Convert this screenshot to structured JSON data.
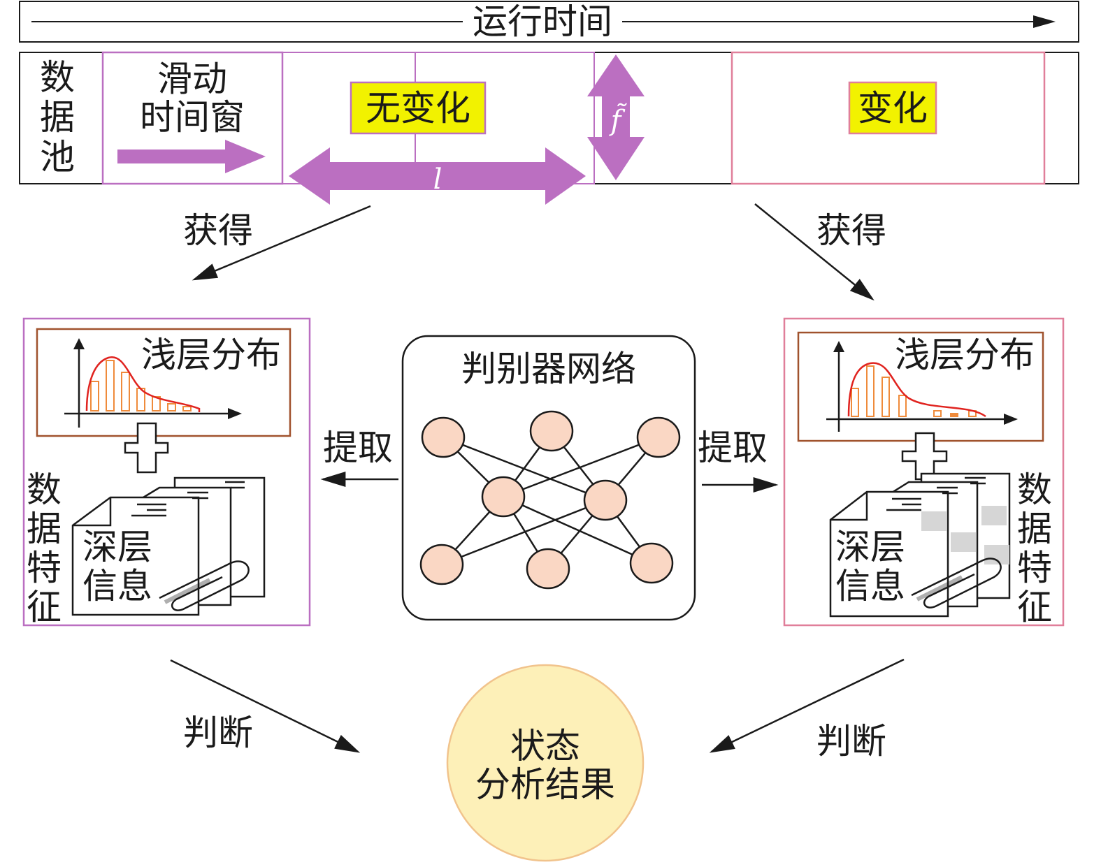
{
  "timeline": {
    "label": "运行时间"
  },
  "pool": {
    "label": [
      "数",
      "据",
      "池"
    ],
    "window_label": [
      "滑动",
      "时间窗"
    ],
    "no_change": "无变化",
    "change": "变化",
    "length_symbol": "l",
    "step_symbol": "f̃"
  },
  "obtain_left": "获得",
  "obtain_right": "获得",
  "feature_left": {
    "shallow": "浅层分布",
    "deep": [
      "深层",
      "信息"
    ],
    "side_label": [
      "数",
      "据",
      "特",
      "征"
    ]
  },
  "feature_right": {
    "shallow": "浅层分布",
    "deep": [
      "深层",
      "信息"
    ],
    "side_label": [
      "数",
      "据",
      "特",
      "征"
    ]
  },
  "network": {
    "title": "判别器网络"
  },
  "extract_left": "提取",
  "extract_right": "提取",
  "judge_left": "判断",
  "judge_right": "判断",
  "result": [
    "状态",
    "分析结果"
  ],
  "colors": {
    "purple": "#bb6fc1",
    "pink": "#e07f9a",
    "yellow_label": "#f2f200",
    "brown_frame": "#a0522d",
    "node_fill": "#fad7c4",
    "result_fill": "#fdf0b8",
    "curve_red": "#e0231f",
    "bar_orange": "#ef8b3b"
  },
  "icons": [
    "plus-icon",
    "document-stack-icon",
    "paperclip-icon",
    "histogram-icon"
  ]
}
